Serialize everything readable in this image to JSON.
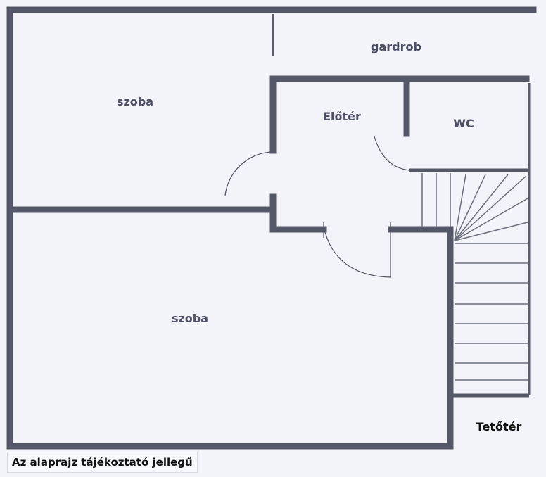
{
  "rooms": {
    "szoba_top": "szoba",
    "gardrob": "gardrob",
    "eloter": "Előtér",
    "wc": "WC",
    "szoba_bottom": "szoba",
    "teteter": "Tetőtér"
  },
  "footer": {
    "disclaimer": "Az alaprajz tájékoztató jellegű"
  },
  "colors": {
    "background": "#f2f4f9",
    "wall": "#555868",
    "label": "#4c4f66"
  }
}
